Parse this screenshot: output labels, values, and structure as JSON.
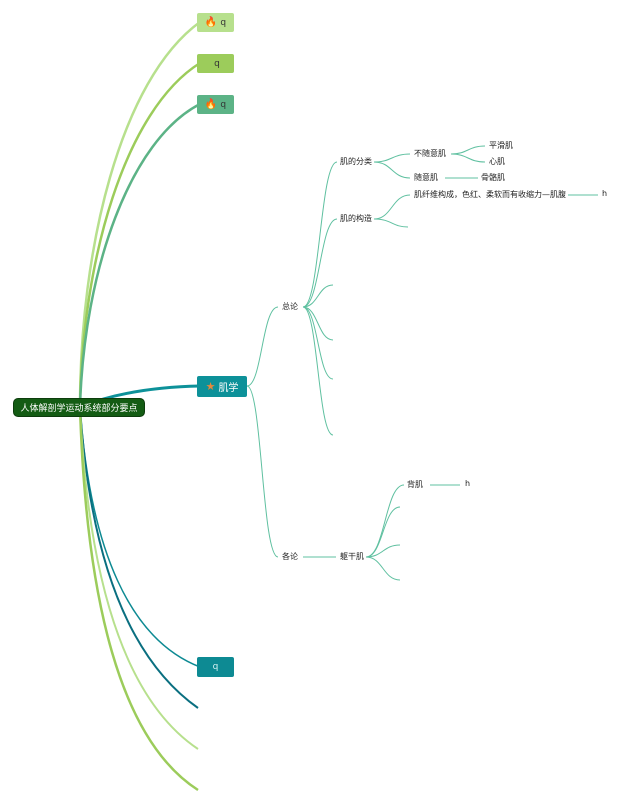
{
  "root": {
    "label": "人体解剖学运动系统部分要点"
  },
  "side_tags": [
    {
      "icon": "fire-icon",
      "glyph": "🔥",
      "label": "q",
      "color": "#b7e08d"
    },
    {
      "icon": "thumbs-up-icon",
      "glyph": "",
      "label": "q",
      "color": "#9ccc5b"
    },
    {
      "icon": "fire-icon",
      "glyph": "🔥",
      "label": "q",
      "color": "#5cb386"
    },
    {
      "icon": "",
      "glyph": "",
      "label": "q",
      "color": "#0d8a93"
    }
  ],
  "main_branch": {
    "icon": "star-icon",
    "glyph": "★",
    "label": "肌学",
    "color": "#0d9199"
  },
  "tree": {
    "general": {
      "label": "总论",
      "classification": {
        "label": "肌的分类",
        "involuntary": {
          "label": "不随意肌",
          "children": [
            "平滑肌",
            "心肌"
          ]
        },
        "voluntary": {
          "label": "随意肌",
          "child": "骨骼肌"
        }
      },
      "structure": {
        "label": "肌的构造",
        "detail": "肌纤维构成，色红、柔软而有收缩力—肌腹",
        "leaf": "h"
      }
    },
    "specific": {
      "label": "各论",
      "trunk": {
        "label": "躯干肌",
        "back": {
          "label": "背肌",
          "leaf": "h"
        }
      }
    }
  },
  "colors": {
    "root_fill": "#145c14",
    "lime": "#b7e08d",
    "olive": "#9ccc5b",
    "green": "#5cb386",
    "teal": "#0d9199",
    "dark_teal": "#0a6f80",
    "thin_line": "#5fc0a0"
  }
}
